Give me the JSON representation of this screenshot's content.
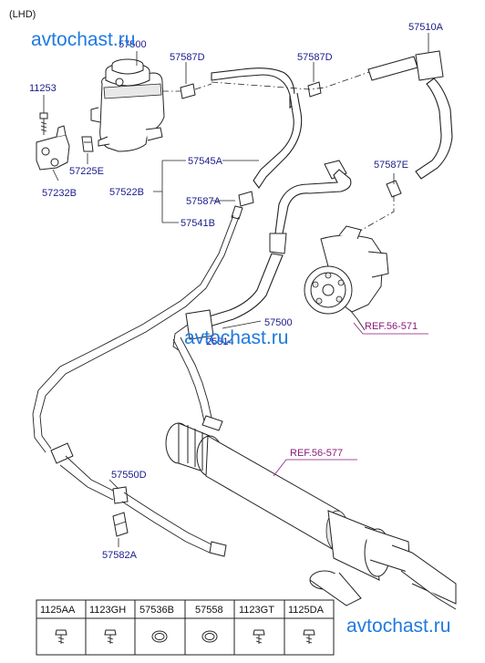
{
  "header": {
    "variant_label": "(LHD)"
  },
  "watermarks": [
    "avtochast.ru",
    "avtochast.ru",
    "avtochast.ru"
  ],
  "callouts": {
    "p57500_top": "57500",
    "p57587D_a": "57587D",
    "p57587D_b": "57587D",
    "p57510A": "57510A",
    "p11253": "11253",
    "p57225E": "57225E",
    "p57232B": "57232B",
    "p57545A": "57545A",
    "p57522B": "57522B",
    "p57587A": "57587A",
    "p57541B": "57541B",
    "p57587E": "57587E",
    "p57500_mid": "57500",
    "p25314": "25314",
    "p57550D": "57550D",
    "p57582A": "57582A"
  },
  "references": {
    "pump": "REF.56-571",
    "gear": "REF.56-577"
  },
  "parts_table": {
    "columns": [
      "1125AA",
      "1123GH",
      "57536B",
      "57558",
      "1123GT",
      "1125DA"
    ],
    "icons": [
      "bolt-icon",
      "bolt-icon",
      "clamp-ring-icon",
      "clamp-ring-icon",
      "bolt-icon",
      "bolt-icon"
    ]
  },
  "colors": {
    "part_number": "#1a1a8c",
    "reference": "#8a1a7a",
    "watermark": "#1f7ae0",
    "line": "#222222"
  }
}
